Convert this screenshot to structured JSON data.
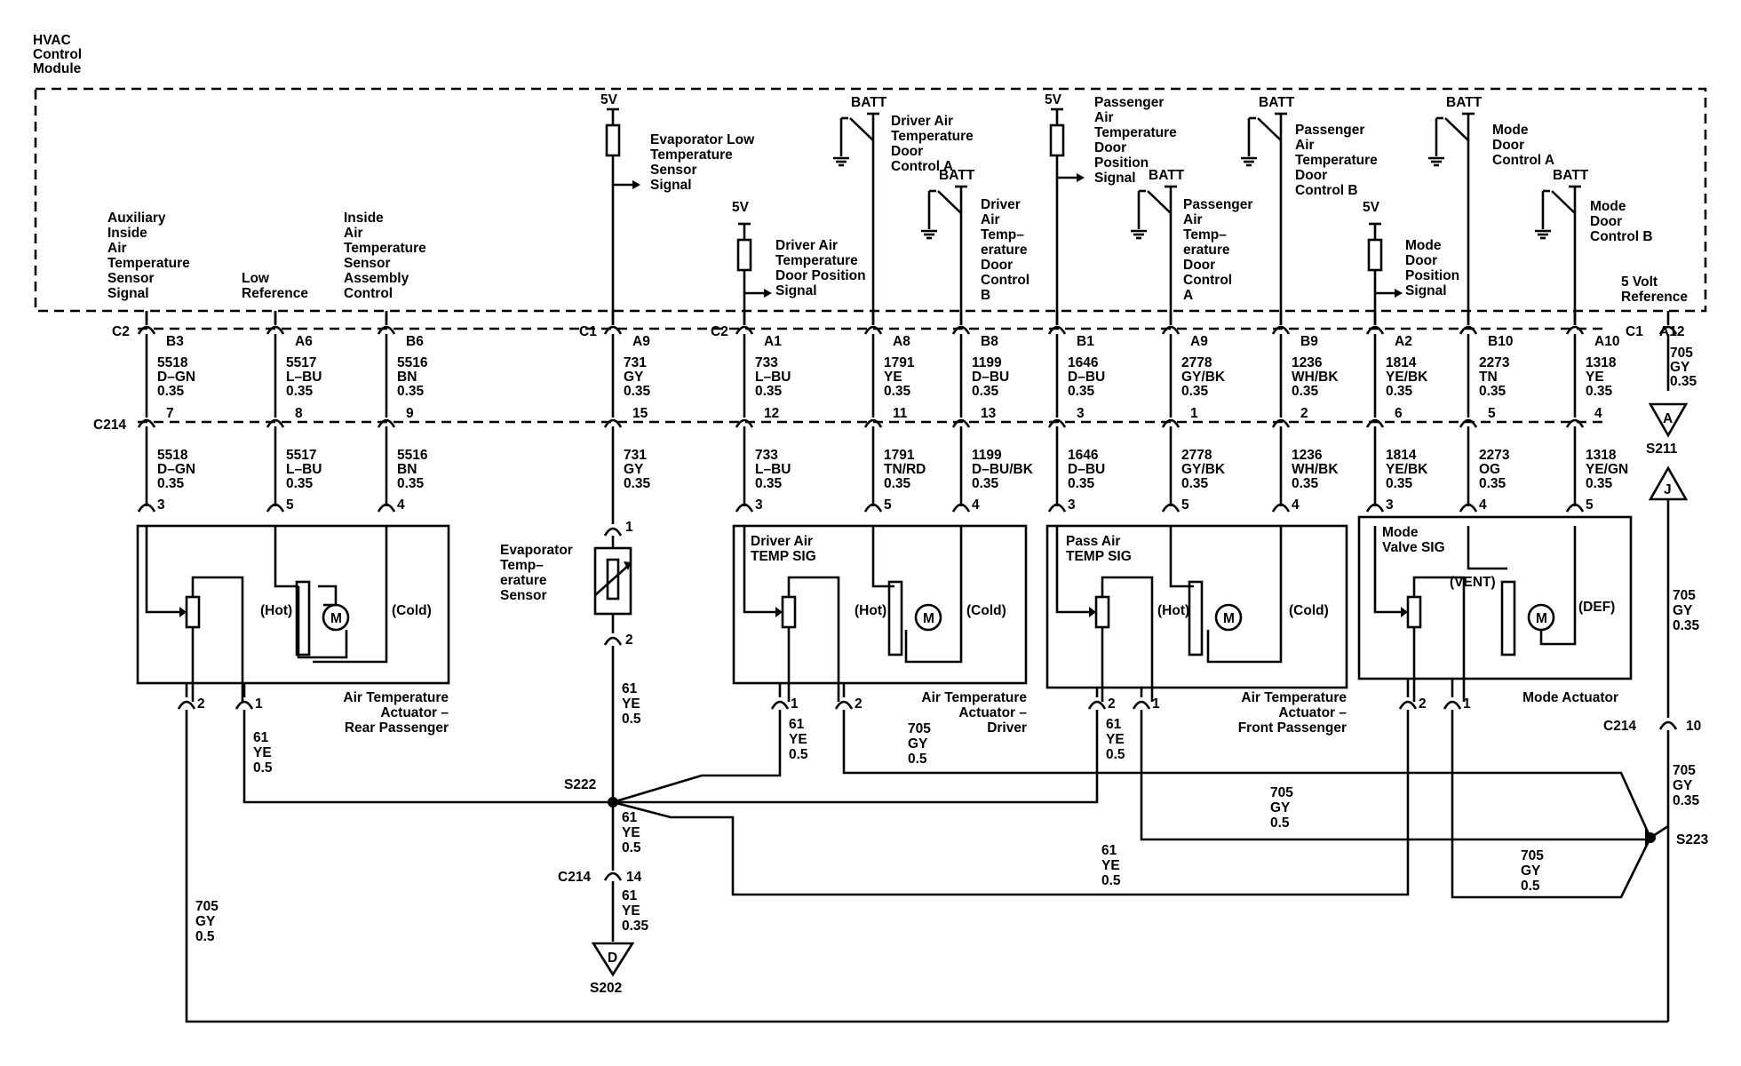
{
  "module": {
    "label": [
      "HVAC",
      "Control",
      "Module"
    ]
  },
  "top_labels": {
    "aux_sensor": [
      "Auxiliary",
      "Inside",
      "Air",
      "Temperature",
      "Sensor",
      "Signal"
    ],
    "low_ref": [
      "Low",
      "Reference"
    ],
    "inside_ctrl": [
      "Inside",
      "Air",
      "Temperature",
      "Sensor",
      "Assembly",
      "Control"
    ],
    "evap_signal": [
      "Evaporator Low",
      "Temperature",
      "Sensor",
      "Signal"
    ],
    "drv_pos": [
      "Driver Air",
      "Temperature",
      "Door Position",
      "Signal"
    ],
    "drv_ctrl_a": [
      "Driver Air",
      "Temperature",
      "Door",
      "Control A"
    ],
    "drv_ctrl_b": [
      "Driver",
      "Air",
      "Temp–",
      "erature",
      "Door",
      "Control",
      "B"
    ],
    "pass_pos": [
      "Passenger",
      "Air",
      "Temperature",
      "Door",
      "Position",
      "Signal"
    ],
    "pass_ctrl_a": [
      "Passenger",
      "Air",
      "Temp–",
      "erature",
      "Door",
      "Control",
      "A"
    ],
    "pass_ctrl_b": [
      "Passenger",
      "Air",
      "Temperature",
      "Door",
      "Control B"
    ],
    "mode_pos": [
      "Mode",
      "Door",
      "Position",
      "Signal"
    ],
    "mode_ctrl_a": [
      "Mode",
      "Door",
      "Control A"
    ],
    "mode_ctrl_b": [
      "Mode",
      "Door",
      "Control B"
    ],
    "five_volt_ref": [
      "5 Volt",
      "Reference"
    ]
  },
  "supply": {
    "five_v": "5V",
    "batt": "BATT"
  },
  "connectors": {
    "c2": "C2",
    "c1": "C1",
    "c214": "C214",
    "pins": {
      "b3": "B3",
      "a6": "A6",
      "b6": "B6",
      "a9": "A9",
      "a1": "A1",
      "a8": "A8",
      "b8": "B8",
      "b1": "B1",
      "a9b": "A9",
      "b9": "B9",
      "a2": "A2",
      "b10": "B10",
      "a10": "A10",
      "a12": "A12"
    },
    "c214_pins": [
      "7",
      "8",
      "9",
      "15",
      "12",
      "11",
      "13",
      "3",
      "1",
      "2",
      "6",
      "5",
      "4"
    ],
    "c214_10": "10",
    "c214_14": "14"
  },
  "upper_wires": [
    [
      "5518",
      "D–GN",
      "0.35"
    ],
    [
      "5517",
      "L–BU",
      "0.35"
    ],
    [
      "5516",
      "BN",
      "0.35"
    ],
    [
      "731",
      "GY",
      "0.35"
    ],
    [
      "733",
      "L–BU",
      "0.35"
    ],
    [
      "1791",
      "YE",
      "0.35"
    ],
    [
      "1199",
      "D–BU",
      "0.35"
    ],
    [
      "1646",
      "D–BU",
      "0.35"
    ],
    [
      "2778",
      "GY/BK",
      "0.35"
    ],
    [
      "1236",
      "WH/BK",
      "0.35"
    ],
    [
      "1814",
      "YE/BK",
      "0.35"
    ],
    [
      "2273",
      "TN",
      "0.35"
    ],
    [
      "1318",
      "YE",
      "0.35"
    ],
    [
      "705",
      "GY",
      "0.35"
    ]
  ],
  "lower_wires": [
    [
      "5518",
      "D–GN",
      "0.35"
    ],
    [
      "5517",
      "L–BU",
      "0.35"
    ],
    [
      "5516",
      "BN",
      "0.35"
    ],
    [
      "731",
      "GY",
      "0.35"
    ],
    [
      "733",
      "L–BU",
      "0.35"
    ],
    [
      "1791",
      "TN/RD",
      "0.35"
    ],
    [
      "1199",
      "D–BU/BK",
      "0.35"
    ],
    [
      "1646",
      "D–BU",
      "0.35"
    ],
    [
      "2778",
      "GY/BK",
      "0.35"
    ],
    [
      "1236",
      "WH/BK",
      "0.35"
    ],
    [
      "1814",
      "YE/BK",
      "0.35"
    ],
    [
      "2273",
      "OG",
      "0.35"
    ],
    [
      "1318",
      "YE/GN",
      "0.35"
    ]
  ],
  "pin_nums": {
    "rear": [
      "3",
      "5",
      "4"
    ],
    "drv": [
      "3",
      "5",
      "4"
    ],
    "pass": [
      "3",
      "5",
      "4"
    ],
    "mode": [
      "3",
      "4",
      "5"
    ],
    "out1": "1",
    "out2": "2"
  },
  "actuators": {
    "rear": {
      "name": [
        "Air Temperature",
        "Actuator –",
        "Rear Passenger"
      ],
      "hot": "(Hot)",
      "cold": "(Cold)"
    },
    "drv": {
      "name": [
        "Air Temperature",
        "Actuator –",
        "Driver"
      ],
      "sig": [
        "Driver Air",
        "TEMP SIG"
      ],
      "hot": "(Hot)",
      "cold": "(Cold)"
    },
    "pass": {
      "name": [
        "Air Temperature",
        "Actuator –",
        "Front Passenger"
      ],
      "sig": [
        "Pass Air",
        "TEMP SIG"
      ],
      "hot": "(Hot)",
      "cold": "(Cold)"
    },
    "mode": {
      "name": [
        "Mode Actuator"
      ],
      "sig": [
        "Mode",
        "Valve SIG"
      ],
      "vent": "(VENT)",
      "def": "(DEF)"
    },
    "motor": "M"
  },
  "evap_sensor": {
    "name": [
      "Evaporator",
      "Temp–",
      "erature",
      "Sensor"
    ],
    "pin1": "1",
    "pin2": "2"
  },
  "bottom_wires": {
    "w61_05": [
      "61",
      "YE",
      "0.5"
    ],
    "w61_035": [
      "61",
      "YE",
      "0.35"
    ],
    "w705_05": [
      "705",
      "GY",
      "0.5"
    ],
    "w705_035": [
      "705",
      "GY",
      "0.35"
    ]
  },
  "splices": {
    "s222": "S222",
    "s223": "S223",
    "s211": "S211",
    "s202": "S202",
    "tri_a": "A",
    "tri_j": "J",
    "tri_d": "D"
  }
}
